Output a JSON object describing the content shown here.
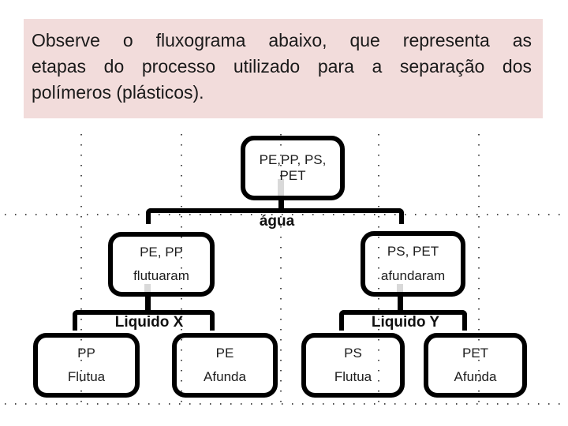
{
  "header": {
    "lines": [
      "Observe o fluxograma abaixo, que representa as",
      "etapas do processo utilizado para a separação dos",
      "polímeros (plásticos)."
    ],
    "background_color": "#f2dcdb",
    "text_color": "#1a1a1a"
  },
  "flowchart": {
    "line_color": "#000000",
    "grid_dot_color": "#4d4d4d",
    "artifact_color": "#d9d9d9",
    "root": {
      "label": "PE,PP, PS, PET"
    },
    "water_label": "água",
    "mid_left": {
      "title": "PE, PP",
      "result": "flutuaram"
    },
    "mid_right": {
      "title": "PS, PET",
      "result": "afundaram"
    },
    "split_left_label": "Liquido X",
    "split_right_label": "Liquido Y",
    "leaves": [
      {
        "title": "PP",
        "result": "Flutua"
      },
      {
        "title": "PE",
        "result": "Afunda"
      },
      {
        "title": "PS",
        "result": "Flutua"
      },
      {
        "title": "PET",
        "result": "Afunda"
      }
    ]
  }
}
